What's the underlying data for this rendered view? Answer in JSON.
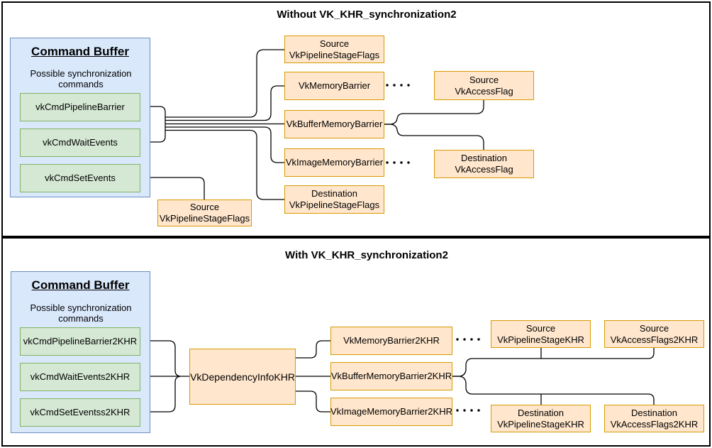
{
  "diagram": {
    "colors": {
      "blue_fill": "#dae8fc",
      "blue_stroke": "#6c8ebf",
      "green_fill": "#d5e8d4",
      "green_stroke": "#82b366",
      "orange_fill": "#ffe6cc",
      "orange_stroke": "#d79b00",
      "connector": "#000000"
    },
    "panels": {
      "top": {
        "title": "Without VK_KHR_synchronization2",
        "command_buffer": {
          "heading": "Command Buffer",
          "subtitle": "Possible synchronization commands",
          "commands": {
            "pipeline_barrier": "vkCmdPipelineBarrier",
            "wait_events": "vkCmdWaitEvents",
            "set_events": "vkCmdSetEvents"
          }
        },
        "nodes": {
          "source_stage_flags": {
            "lines": [
              "Source",
              "VkPipelineStageFlags"
            ]
          },
          "memory_barrier": "VkMemoryBarrier",
          "buffer_memory_barrier": "VkBufferMemoryBarrier",
          "image_memory_barrier": "VkImageMemoryBarrier",
          "dest_stage_flags": {
            "lines": [
              "Destination",
              "VkPipelineStageFlags"
            ]
          },
          "source_access_flag": {
            "lines": [
              "Source",
              "VkAccessFlag"
            ]
          },
          "dest_access_flag": {
            "lines": [
              "Destination",
              "VkAccessFlag"
            ]
          },
          "set_events_source_stage_flags": {
            "lines": [
              "Source",
              "VkPipelineStageFlags"
            ]
          }
        }
      },
      "bottom": {
        "title": "With VK_KHR_synchronization2",
        "command_buffer": {
          "heading": "Command Buffer",
          "subtitle": "Possible synchronization commands",
          "commands": {
            "pipeline_barrier": "vkCmdPipelineBarrier2KHR",
            "wait_events": "vkCmdWaitEvents2KHR",
            "set_events": "vkCmdSetEventss2KHR"
          }
        },
        "nodes": {
          "dependency_info": "VkDependencyInfoKHR",
          "memory_barrier": "VkMemoryBarrier2KHR",
          "buffer_memory_barrier": "VkBufferMemoryBarrier2KHR",
          "image_memory_barrier": "VkImageMemoryBarrier2KHR",
          "source_stage": {
            "lines": [
              "Source",
              "VkPipelineStageKHR"
            ]
          },
          "source_access": {
            "lines": [
              "Source",
              "VkAccessFlags2KHR"
            ]
          },
          "dest_stage": {
            "lines": [
              "Destination",
              "VkPipelineStageKHR"
            ]
          },
          "dest_access": {
            "lines": [
              "Destination",
              "VkAccessFlags2KHR"
            ]
          }
        }
      }
    }
  }
}
